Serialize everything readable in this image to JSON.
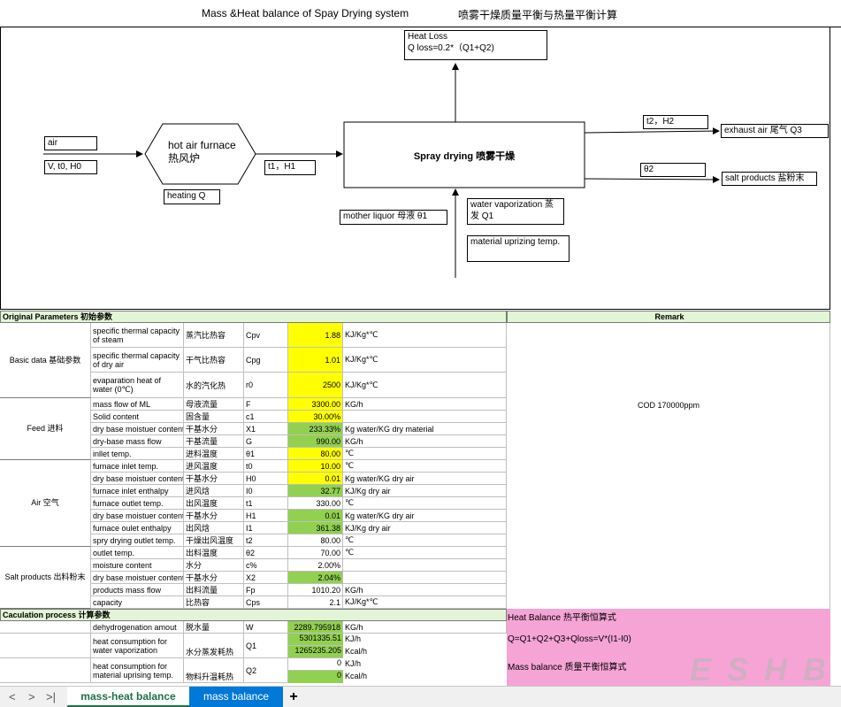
{
  "title": {
    "en": "Mass &Heat balance of Spay Drying system",
    "cn": "喷雾干燥质量平衡与热量平衡计算"
  },
  "diagram": {
    "heat_loss": "Heat Loss",
    "heat_loss_formula": "Q loss=0.2*（Q1+Q2)",
    "air": "air",
    "air_params": "V, t0, H0",
    "furnace": "hot air furnace 热风炉",
    "heating": "heating Q",
    "t1h1": "t1，H1",
    "spray": "Spray drying 喷雾干燥",
    "t2h2": "t2，H2",
    "exhaust": "exhaust air 尾气  Q3",
    "theta2": "θ2",
    "salt": "salt products 盐粉末",
    "mother": "mother liquor    母液 θ1",
    "water_vap": "water vaporization 蒸发 Q1",
    "material": "material uprizing temp."
  },
  "table": {
    "section1": "Original Parameters 初始参数",
    "remark_header": "Remark",
    "cod": "COD 170000ppm",
    "groups": {
      "basic": "Basic data 基础参数",
      "feed": "Feed 进料",
      "air": "Air 空气",
      "salt": "Salt products 出料粉末"
    },
    "rows": [
      {
        "en": "specific thermal capacity of steam",
        "cn": "蒸汽比热容",
        "sym": "Cpv",
        "val": "1.88",
        "unit": "KJ/Kg*℃"
      },
      {
        "en": "specific thermal capacity of dry air",
        "cn": "干气比热容",
        "sym": "Cpg",
        "val": "1.01",
        "unit": "KJ/Kg*℃"
      },
      {
        "en": "evaparation heat of water (0℃)",
        "cn": "水的汽化热",
        "sym": "r0",
        "val": "2500",
        "unit": "KJ/Kg*℃"
      },
      {
        "en": "mass flow of ML",
        "cn": "母液流量",
        "sym": "F",
        "val": "3300.00",
        "unit": "KG/h"
      },
      {
        "en": "Solid content",
        "cn": "固含量",
        "sym": "c1",
        "val": "30.00%",
        "unit": ""
      },
      {
        "en": "dry base moistuer content",
        "cn": "干基水分",
        "sym": "X1",
        "val": "233.33%",
        "unit": "Kg water/KG dry material"
      },
      {
        "en": "dry-base mass flow",
        "cn": "干基流量",
        "sym": "G",
        "val": "990.00",
        "unit": "KG/h"
      },
      {
        "en": "inllet temp.",
        "cn": "进料温度",
        "sym": "θ1",
        "val": "80.00",
        "unit": "℃"
      },
      {
        "en": "furnace inlet temp.",
        "cn": "进风温度",
        "sym": "t0",
        "val": "10.00",
        "unit": "℃"
      },
      {
        "en": "dry base moistuer content",
        "cn": "干基水分",
        "sym": "H0",
        "val": "0.01",
        "unit": "Kg water/KG dry air"
      },
      {
        "en": "furnace inlet enthalpy",
        "cn": "进风焓",
        "sym": "I0",
        "val": "32.77",
        "unit": "KJ/Kg dry air"
      },
      {
        "en": "furnace outlet temp.",
        "cn": "出风温度",
        "sym": "t1",
        "val": "330.00",
        "unit": "℃"
      },
      {
        "en": "dry base moistuer content",
        "cn": "干基水分",
        "sym": "H1",
        "val": "0.01",
        "unit": "Kg water/KG dry air"
      },
      {
        "en": "furnace oulet enthalpy",
        "cn": "出风焓",
        "sym": "I1",
        "val": "361.38",
        "unit": "KJ/Kg dry air"
      },
      {
        "en": "spry drying outlet temp.",
        "cn": "干燥出风温度",
        "sym": "t2",
        "val": "80.00",
        "unit": "℃"
      },
      {
        "en": "outlet temp.",
        "cn": "出料温度",
        "sym": "θ2",
        "val": "70.00",
        "unit": "℃"
      },
      {
        "en": "moisture content",
        "cn": "水分",
        "sym": "c%",
        "val": "2.00%",
        "unit": ""
      },
      {
        "en": "dry base moistuer content",
        "cn": "干基水分",
        "sym": "X2",
        "val": "2.04%",
        "unit": ""
      },
      {
        "en": "products mass flow",
        "cn": "出料流量",
        "sym": "Fp",
        "val": "1010.20",
        "unit": "KG/h"
      },
      {
        "en": "capacity",
        "cn": "比热容",
        "sym": "Cps",
        "val": "2.1",
        "unit": "KJ/Kg*℃"
      }
    ],
    "section2": "Caculation process 计算参数",
    "calc": {
      "r1_en": "dehydrogenation amout",
      "r1_cn": "脱水量",
      "r1_sym": "W",
      "r1_val": "2289.795918",
      "r1_unit": "KG/h",
      "r2_en": "heat consumption for water vaporization",
      "r2_cn": "水分蒸发耗热",
      "r2_sym": "Q1",
      "r2_val_a": "5301335.51",
      "r2_unit_a": "KJ/h",
      "r2_val_b": "1265235.205",
      "r2_unit_b": "Kcal/h",
      "r3_en": "heat consumption for material uprising temp.",
      "r3_cn": "物料升温耗热",
      "r3_sym": "Q2",
      "r3_val_a": "0",
      "r3_unit_a": "KJ/h",
      "r3_val_b": "0",
      "r3_unit_b": "Kcal/h"
    },
    "heat_balance": "Heat Balance 热平衡恒算式",
    "heat_formula": "Q=Q1+Q2+Q3+Qloss=V*(I1-I0)",
    "mass_balance": "Mass balance 质量平衡恒算式"
  },
  "tabs": {
    "tab1": "mass-heat balance",
    "tab2": "mass balance",
    "add": "+"
  },
  "nav": {
    "first": "<",
    "prev": ">",
    "last": ">|"
  },
  "watermark": "E S H B",
  "colors": {
    "yellow": "#ffff00",
    "green": "#92d050",
    "pink": "#f6a4d6",
    "header": "#e2f5d6",
    "tab_active": "#0078d7"
  }
}
